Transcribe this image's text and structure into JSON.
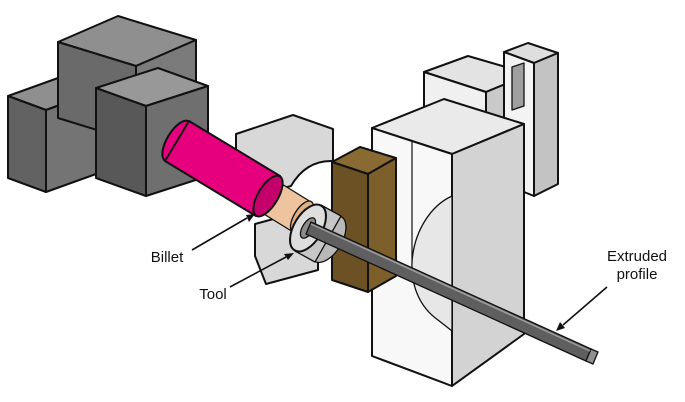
{
  "labels": {
    "billet": "Billet",
    "tool": "Tool",
    "extruded_line1": "Extruded",
    "extruded_line2": "profile"
  },
  "colors": {
    "ram_magenta": "#E6007E",
    "ram_magenta_dark": "#C4006B",
    "billet_tan": "#EDC49E",
    "billet_tan_dark": "#DFAF85",
    "brown_top": "#8A6A33",
    "brown_front": "#6B5124",
    "brown_side": "#7D5F2B",
    "profile_gray": "#5F5F5F"
  }
}
